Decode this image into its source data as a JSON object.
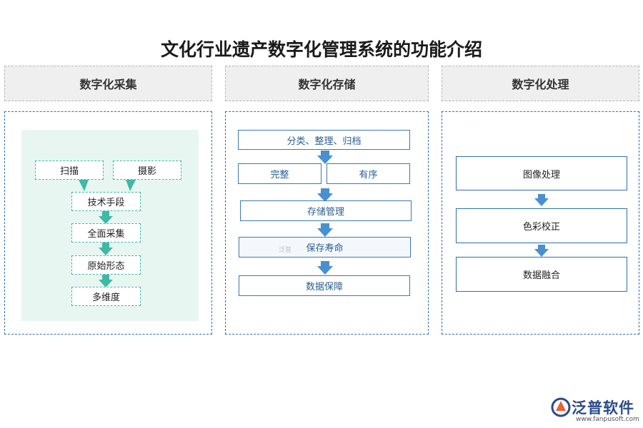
{
  "title": "文化行业遗产数字化管理系统的功能介绍",
  "columns": [
    {
      "header": "数字化采集",
      "top_nodes": [
        "扫描",
        "摄影"
      ],
      "chain": [
        "技术手段",
        "全面采集",
        "原始形态",
        "多维度"
      ]
    },
    {
      "header": "数字化存储",
      "nodes": [
        "分类、整理、归档",
        "完整",
        "有序",
        "存储管理",
        "保存寿命",
        "数据保障"
      ]
    },
    {
      "header": "数字化处理",
      "nodes": [
        "图像处理",
        "色彩校正",
        "数据融合"
      ]
    }
  ],
  "watermark": "泛普",
  "logo": {
    "name": "泛普软件",
    "url": "www.fanpusoft.com"
  },
  "colors": {
    "teal": "#3fb9a6",
    "blue": "#2f6fa8",
    "arrow_blue": "#4a8fd0",
    "panel_green": "#e8f6f2"
  }
}
